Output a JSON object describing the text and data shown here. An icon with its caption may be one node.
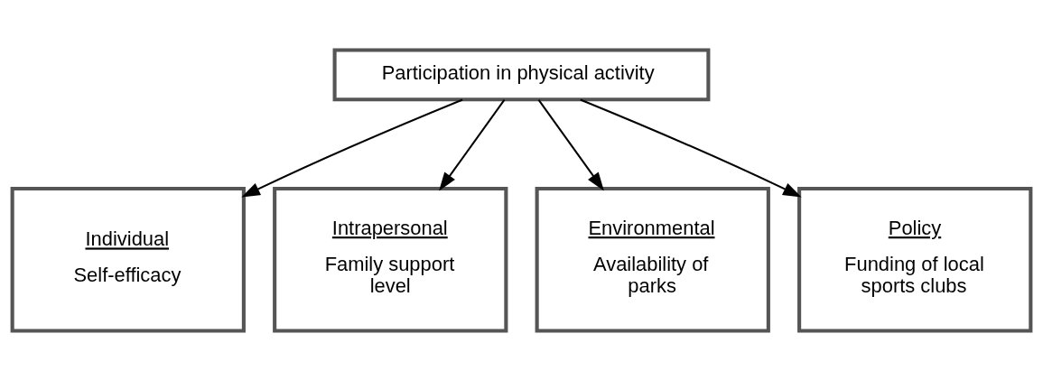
{
  "diagram": {
    "nodes": [
      {
        "text": [
          "Participation in physical activity"
        ]
      },
      {
        "text": [
          "Individual",
          "Self-efficacy"
        ]
      },
      {
        "text": [
          "Intrapersonal",
          "Family support level"
        ]
      },
      {
        "text": [
          "Environmental",
          "Availability of parks"
        ]
      },
      {
        "text": [
          "Policy",
          "Funding of local sports clubs"
        ]
      }
    ],
    "edges": [
      {
        "from": 0,
        "to": 1,
        "arrow": "to"
      },
      {
        "from": 0,
        "to": 2,
        "arrow": "to"
      },
      {
        "from": 0,
        "to": 3,
        "arrow": "to"
      },
      {
        "from": 0,
        "to": 4,
        "arrow": "to"
      }
    ]
  }
}
